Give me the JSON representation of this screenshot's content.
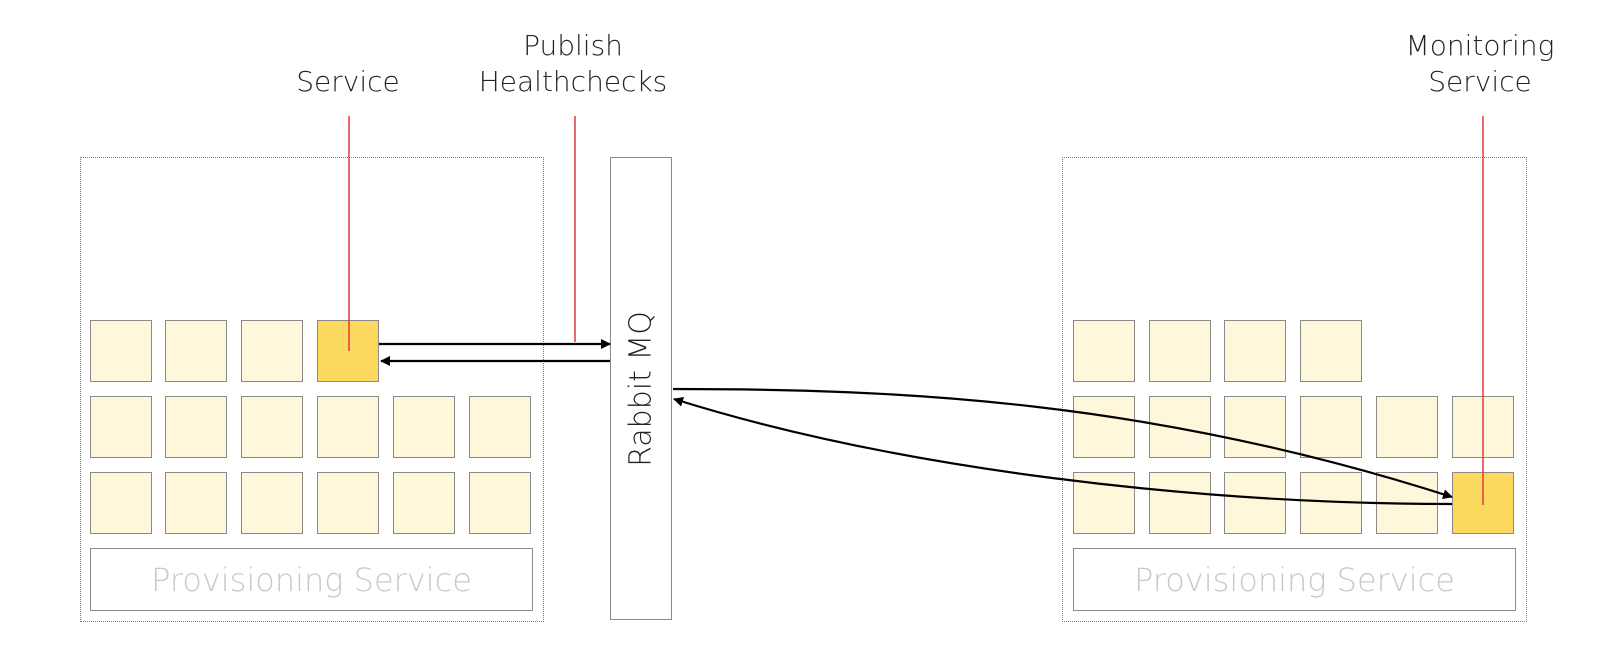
{
  "labels": {
    "service": "Service",
    "publish": "Publish\nHealthchecks",
    "monitoring": "Monitoring\nService"
  },
  "broker": {
    "label": "Rabbit MQ"
  },
  "left_cluster": {
    "footer": "Provisioning Service"
  },
  "right_cluster": {
    "footer": "Provisioning Service"
  },
  "colors": {
    "cell": "#fff7dc",
    "active_cell": "#fbd95e",
    "pointer_line": "#e03a3a",
    "cluster_border": "#6a7bb0",
    "arrow": "#000000"
  }
}
